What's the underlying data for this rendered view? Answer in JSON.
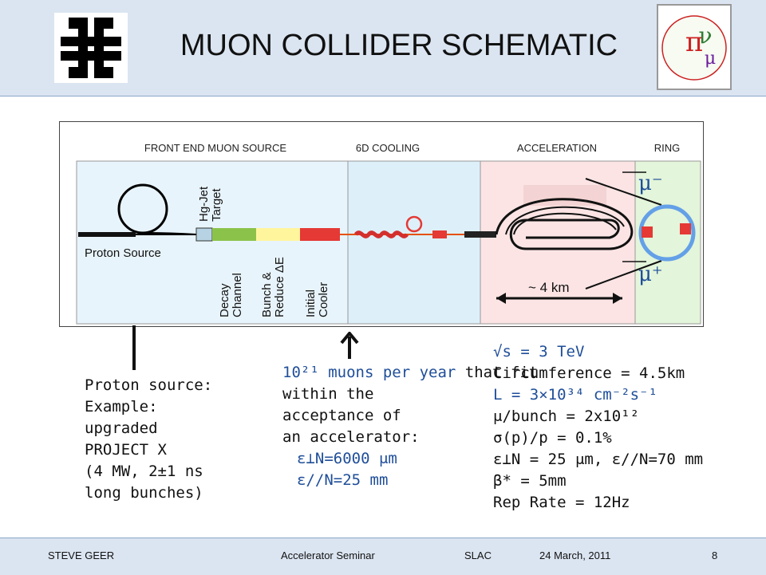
{
  "title": "MUON COLLIDER SCHEMATIC",
  "schematic": {
    "sections": [
      "FRONT END MUON SOURCE",
      "6D COOLING",
      "ACCELERATION",
      "RING"
    ],
    "proton_source": "Proton Source",
    "target": [
      "Hg-Jet",
      "Target"
    ],
    "decay": [
      "Decay",
      "Channel"
    ],
    "bunch": [
      "Bunch &",
      "Reduce ΔE"
    ],
    "cooler": [
      "Initial",
      "Cooler"
    ],
    "distance": "~ 4 km",
    "mu_minus": "μ⁻",
    "mu_plus": "μ⁺"
  },
  "proton_note": [
    "Proton source:",
    "Example:",
    "upgraded",
    "PROJECT X",
    "(4 MW, 2±1 ns",
    "long bunches)"
  ],
  "muon_note": {
    "rate_blue": "10²¹ muons per year",
    "rate_rest": " that fit",
    "lines": [
      "within the",
      "acceptance of",
      "an accelerator:"
    ],
    "emit_perp": "ε⊥N=6000 μm",
    "emit_par": "ε//N=25 mm"
  },
  "params": [
    "√s = 3 TeV",
    "Circumference = 4.5km",
    "L = 3×10³⁴ cm⁻²s⁻¹",
    "μ/bunch = 2x10¹²",
    "σ(p)/p = 0.1%",
    "ε⊥N = 25 μm, ε//N=70 mm",
    "β* = 5mm",
    "Rep Rate = 12Hz"
  ],
  "footer": {
    "author": "STEVE GEER",
    "event": "Accelerator Seminar",
    "venue": "SLAC",
    "date": "24 March, 2011",
    "page": "8"
  }
}
